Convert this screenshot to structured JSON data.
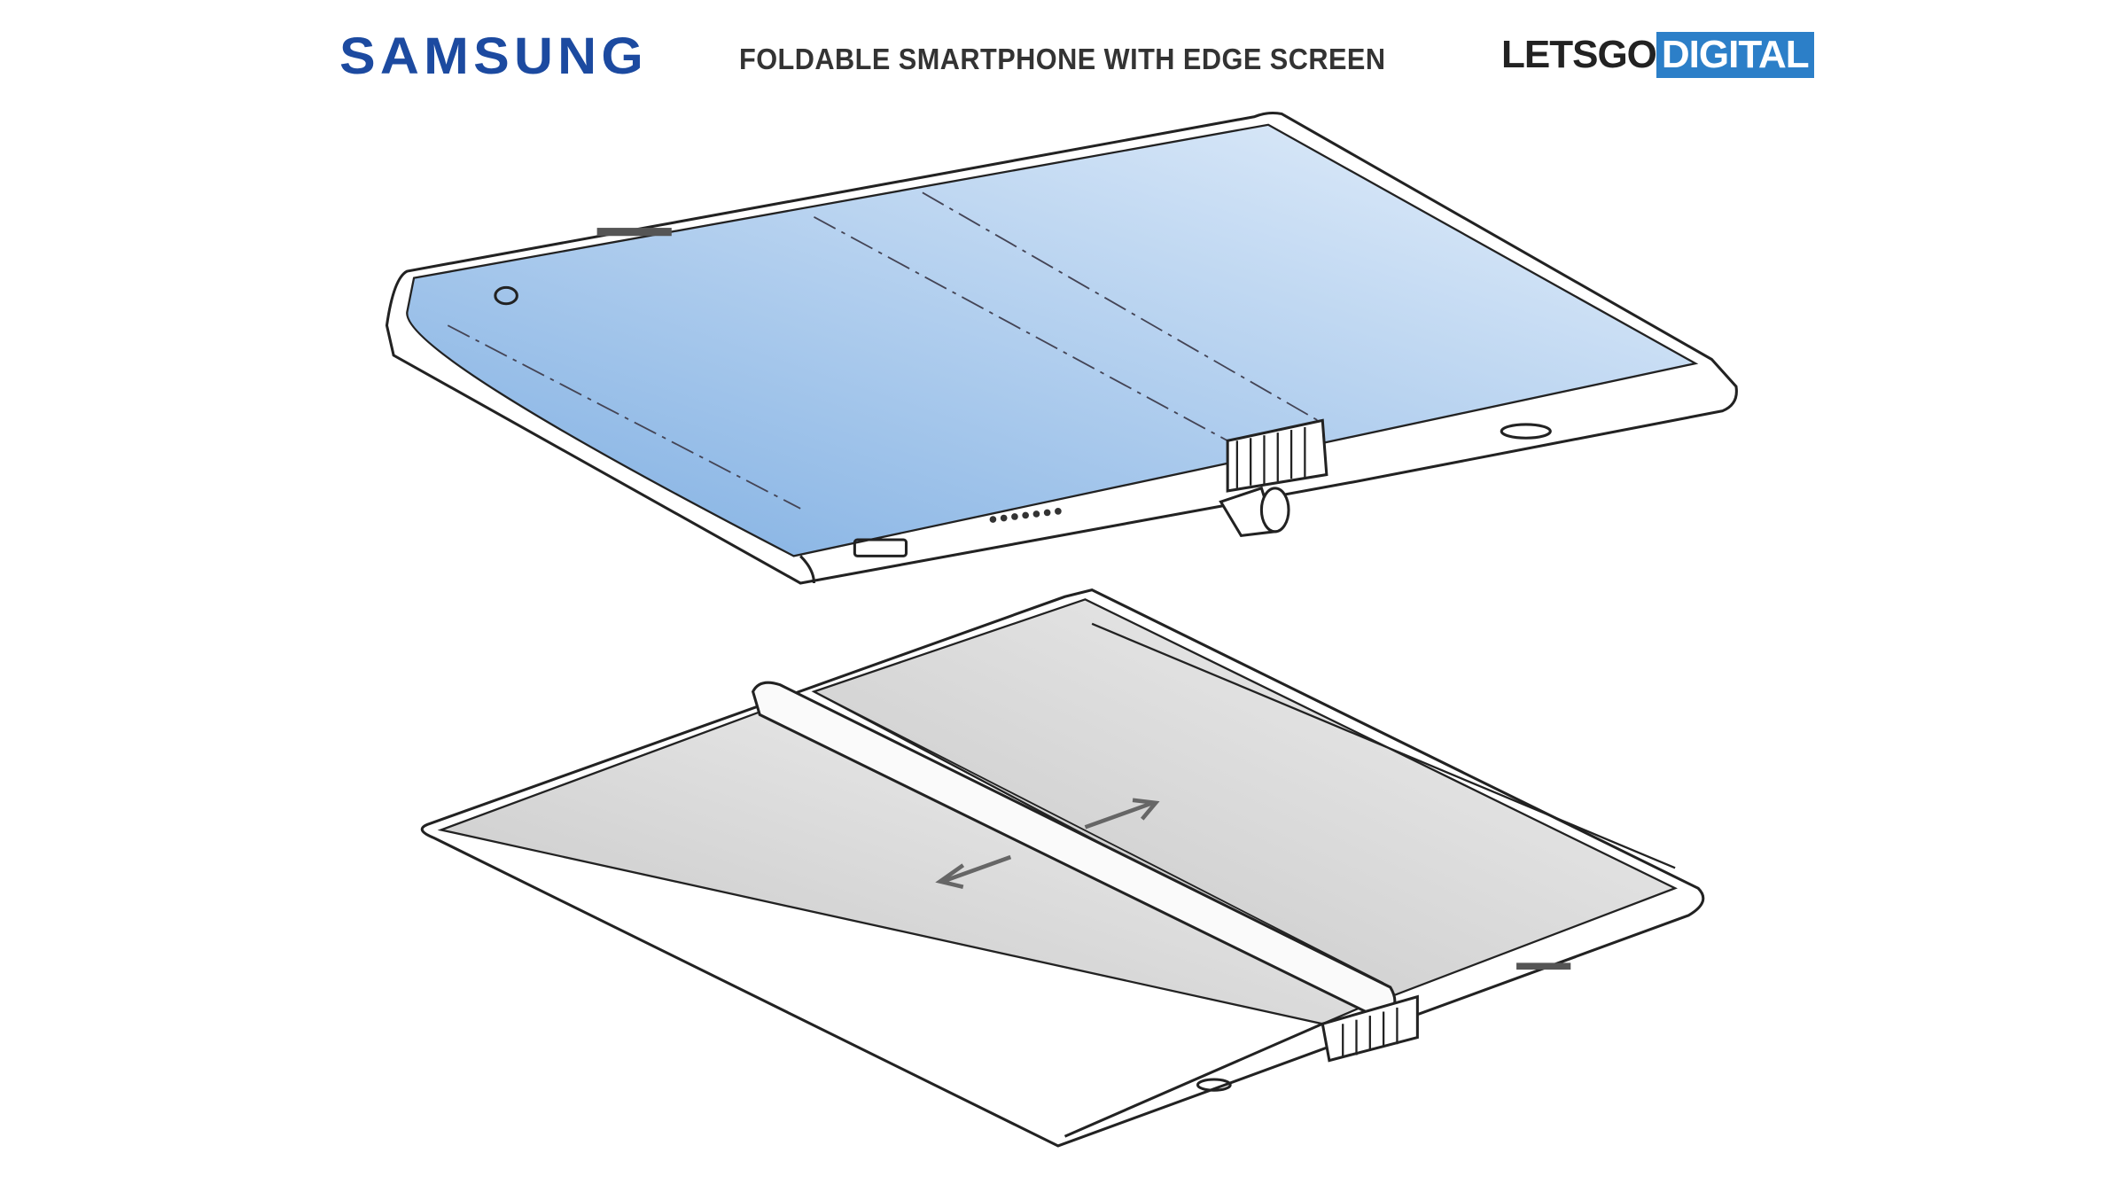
{
  "header": {
    "brand_logo": "SAMSUNG",
    "title": "FOLDABLE SMARTPHONE WITH EDGE SCREEN",
    "source_logo_part1": "LETSGO",
    "source_logo_part2": "DIGITAL"
  },
  "colors": {
    "brand": "#1c4aa0",
    "source_accent": "#2c7fc8",
    "screen_blue": "#8fbbe8",
    "screen_grey": "#d6d6d6"
  }
}
